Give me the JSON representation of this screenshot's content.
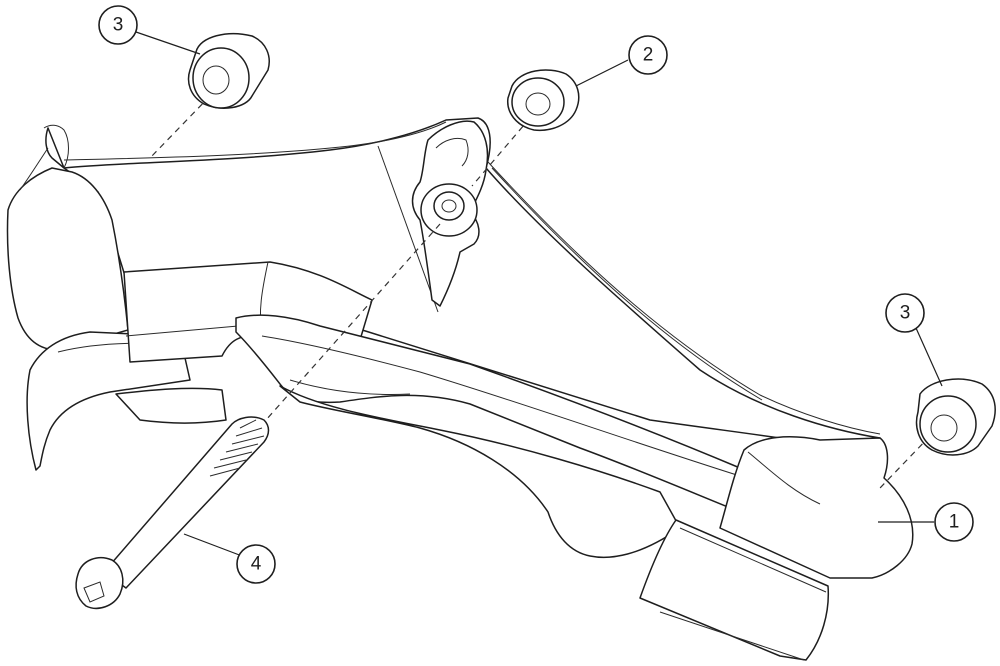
{
  "diagram": {
    "type": "exploded-parts-view",
    "callouts": [
      {
        "id": "callout-1",
        "label": "1",
        "part": "main-frame"
      },
      {
        "id": "callout-2",
        "label": "2",
        "part": "center-bushing"
      },
      {
        "id": "callout-3-top",
        "label": "3",
        "part": "top-left-bushing"
      },
      {
        "id": "callout-3-right",
        "label": "3",
        "part": "right-bushing"
      },
      {
        "id": "callout-4",
        "label": "4",
        "part": "pivot-bolt"
      }
    ]
  },
  "colors": {
    "line": "#1e1e1e",
    "background": "#ffffff"
  }
}
